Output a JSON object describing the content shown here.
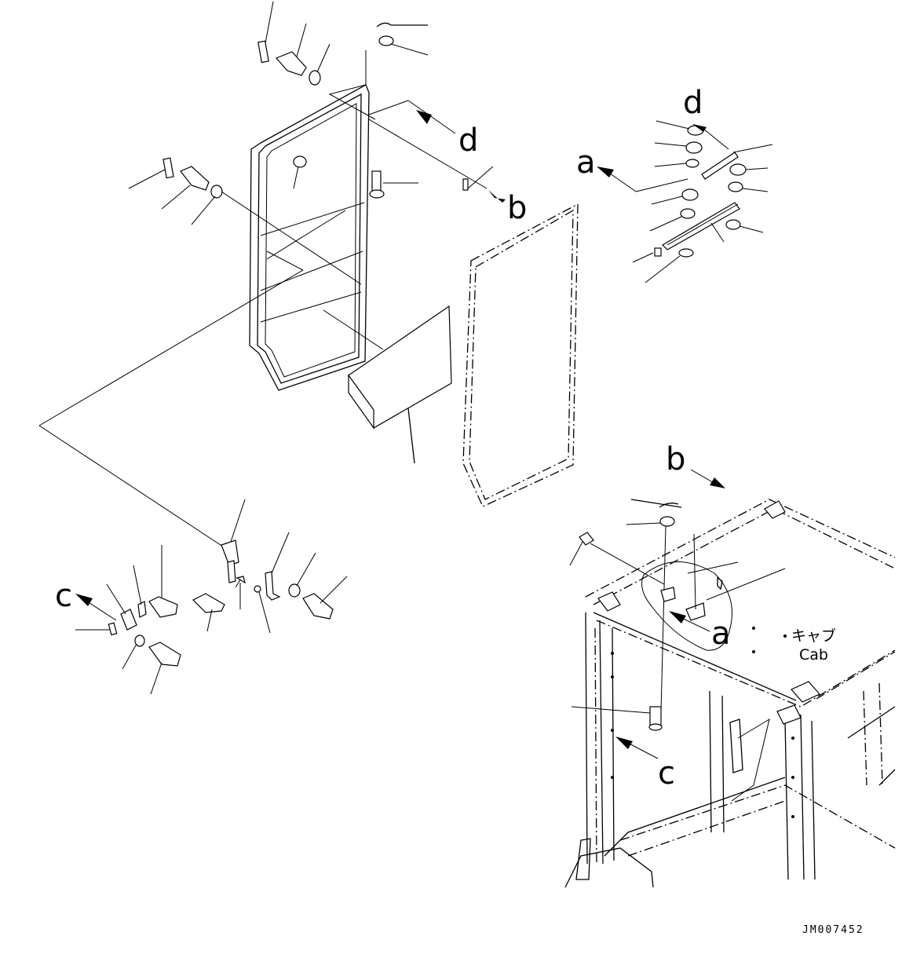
{
  "refs": {
    "d_top": "d",
    "b_top": "b",
    "d_right": "d",
    "a_right": "a",
    "c_left": "c",
    "b_cab": "b",
    "a_cab": "a",
    "c_cab": "c"
  },
  "cab_label_jp": "キャブ",
  "cab_label_en": "Cab",
  "drawing_code": "JM007452"
}
